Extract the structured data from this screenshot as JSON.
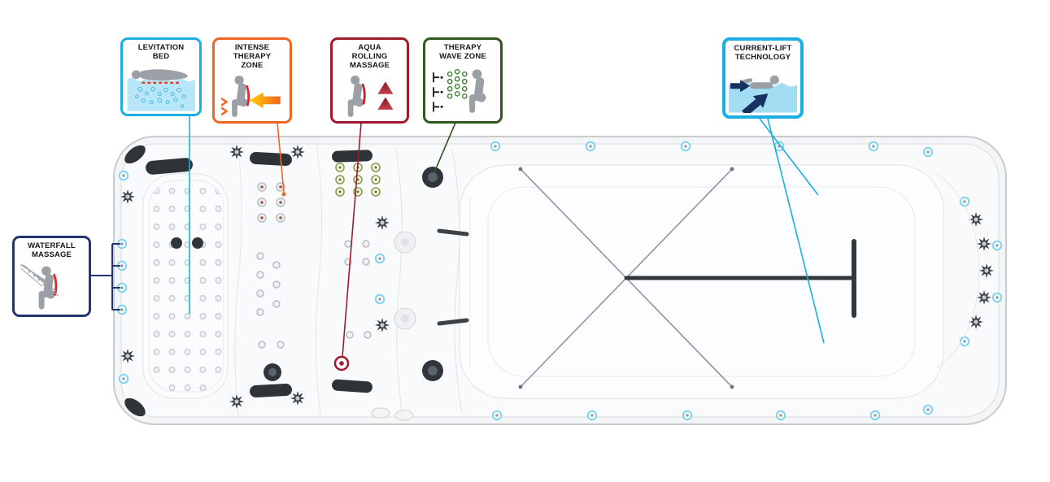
{
  "callouts": {
    "levitation_bed": {
      "label": "LEVITATION\nBED",
      "color": "#1baee3"
    },
    "intense_therapy_zone": {
      "label": "INTENSE\nTHERAPY\nZONE",
      "color": "#f26522"
    },
    "aqua_rolling_massage": {
      "label": "AQUA\nROLLING\nMASSAGE",
      "color": "#9e1b2f"
    },
    "therapy_wave_zone": {
      "label": "THERAPY\nWAVE ZONE",
      "color": "#33581d"
    },
    "current_lift_technology": {
      "label": "CURRENT-LIFT\nTECHNOLOGY",
      "color": "#1baee3"
    },
    "waterfall_massage": {
      "label": "WATERFALL\nMASSAGE",
      "color": "#22356f"
    }
  },
  "icons": {
    "levitation_bed": "person-floating-on-water-icon",
    "intense_therapy_zone": "seated-person-orange-arrow-icon",
    "aqua_rolling_massage": "seated-person-rolling-arrows-icon",
    "therapy_wave_zone": "seated-person-bubbles-icon",
    "current_lift_technology": "swimmer-current-arrows-icon",
    "waterfall_massage": "seated-person-waterfall-icon"
  }
}
